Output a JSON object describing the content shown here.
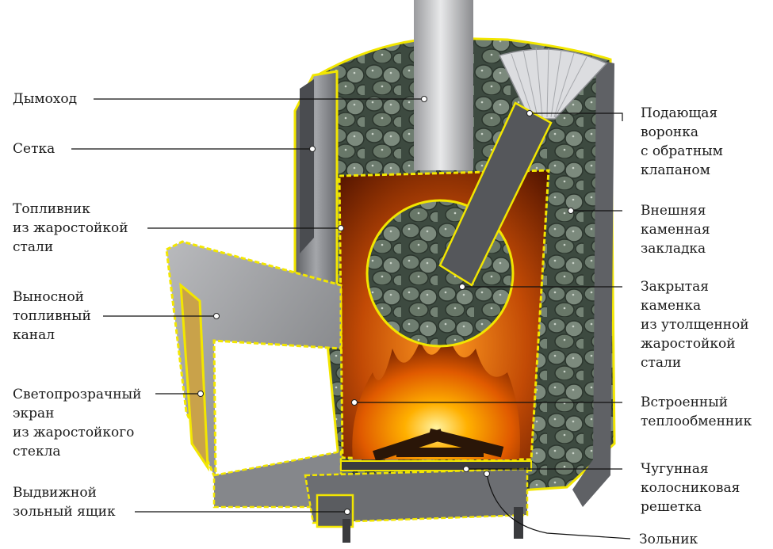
{
  "labels": {
    "chimney": [
      "Дымоход"
    ],
    "mesh": [
      "Сетка"
    ],
    "firebox": [
      "Топливник",
      "из жаростойкой",
      "стали"
    ],
    "fuel_channel": [
      "Выносной",
      "топливный",
      "канал"
    ],
    "glass_screen": [
      "Светопрозрачный",
      "экран",
      "из жаростойкого",
      "стекла"
    ],
    "ash_drawer": [
      "Выдвижной",
      "зольный ящик"
    ],
    "feed_funnel": [
      "Подающая",
      "воронка",
      "с обратным",
      "клапаном"
    ],
    "outer_stones": [
      "Внешняя",
      "каменная",
      "закладка"
    ],
    "closed_heater": [
      "Закрытая",
      "каменка",
      "из утолщенной",
      "жаростойкой",
      "стали"
    ],
    "heat_exchanger": [
      "Встроенный",
      "теплообменник"
    ],
    "grate": [
      "Чугунная",
      "колосниковая",
      "решетка"
    ],
    "ash_pit": [
      "Зольник"
    ]
  },
  "colors": {
    "outline": "#f2e600",
    "steel": "#8e9094",
    "stone": "#5d6b60",
    "fire": "#ff8a00"
  }
}
